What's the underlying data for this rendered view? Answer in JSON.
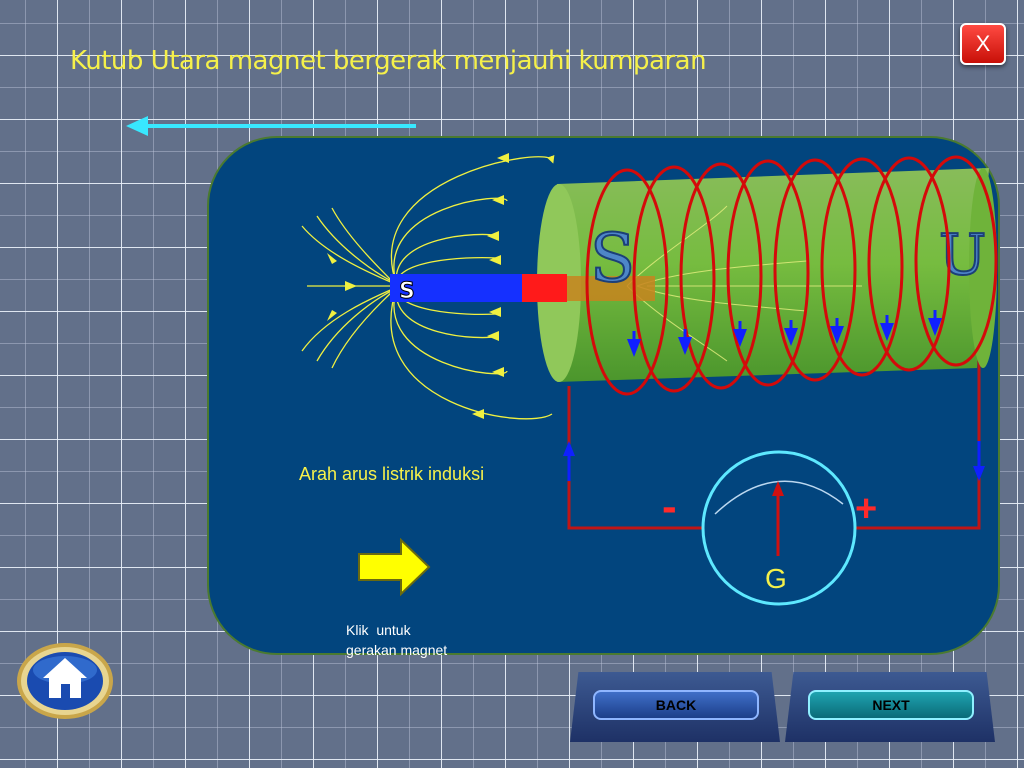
{
  "title": "Kutub Utara magnet bergerak menjauhi kumparan",
  "close_label": "X",
  "magnet_label": "S",
  "coil_pole_left": "S",
  "coil_pole_right": "U",
  "caption_current": "Arah arus listrik induksi",
  "hint_line1": "Klik  untuk",
  "hint_line2": "gerakan magnet",
  "galvanometer_label": "G",
  "minus_sign": "-",
  "plus_sign": "+",
  "nav": {
    "back": "BACK",
    "next": "NEXT"
  },
  "colors": {
    "accent_yellow": "#f5f04a",
    "panel": "#02457e",
    "coil": "#d40a0a",
    "field_lines": "#f0f040",
    "arrow_cyan": "#38e8ff"
  }
}
